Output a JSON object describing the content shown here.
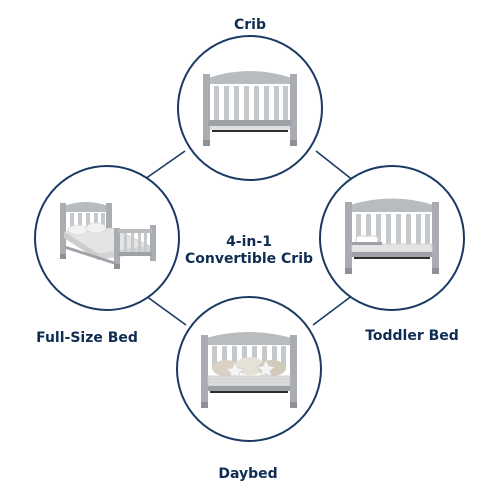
{
  "diagram": {
    "center": {
      "line1": "4-in-1",
      "line2": "Convertible Crib"
    },
    "nodes": [
      {
        "id": "crib",
        "label": "Crib",
        "image": "crib-illustration"
      },
      {
        "id": "toddler",
        "label": "Toddler Bed",
        "image": "toddler-bed-illustration"
      },
      {
        "id": "daybed",
        "label": "Daybed",
        "image": "daybed-illustration"
      },
      {
        "id": "fullsize",
        "label": "Full-Size Bed",
        "image": "full-size-bed-illustration"
      }
    ],
    "colors": {
      "text": "#0f2d52",
      "circle": "#1a3a63",
      "connector": "#1a3a63",
      "furniture": "#b9bcbf",
      "furniture_dark": "#8e9296",
      "mattress": "#e4e4e4",
      "pillow": "#d9d2c4",
      "metal_frame": "#2e2e2e"
    }
  }
}
